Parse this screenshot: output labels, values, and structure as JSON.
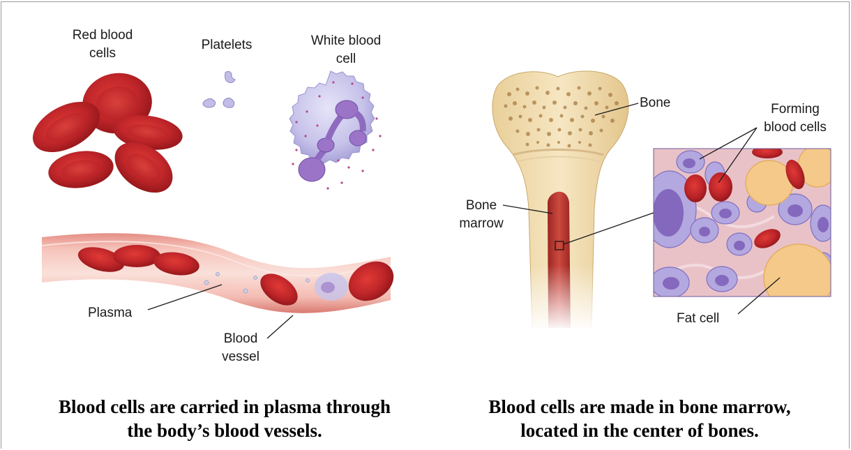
{
  "left_panel": {
    "labels": {
      "red_blood_cells": [
        "Red blood",
        "cells"
      ],
      "platelets": "Platelets",
      "white_blood_cell": [
        "White blood",
        "cell"
      ],
      "plasma": "Plasma",
      "blood_vessel": [
        "Blood",
        "vessel"
      ]
    },
    "caption": [
      "Blood cells are carried in plasma through",
      "the body’s blood vessels."
    ]
  },
  "right_panel": {
    "labels": {
      "bone": "Bone",
      "forming_blood_cells": [
        "Forming",
        "blood cells"
      ],
      "bone_marrow": [
        "Bone",
        "marrow"
      ],
      "fat_cell": "Fat cell"
    },
    "caption": [
      "Blood cells are made in bone marrow,",
      "located in the center of bones."
    ]
  },
  "colors": {
    "red_cell": "#c0262a",
    "red_cell_light": "#e8544f",
    "wbc": "#c9c6ec",
    "nucleus": "#8c6cc2",
    "vessel_wall": "#f2b2a9",
    "plasma": "#f7d3cb",
    "bone": "#efd9a8",
    "marrow": "#b3302c",
    "fat_cell": "#f4c98a",
    "tissue": "#e9c2c8"
  }
}
